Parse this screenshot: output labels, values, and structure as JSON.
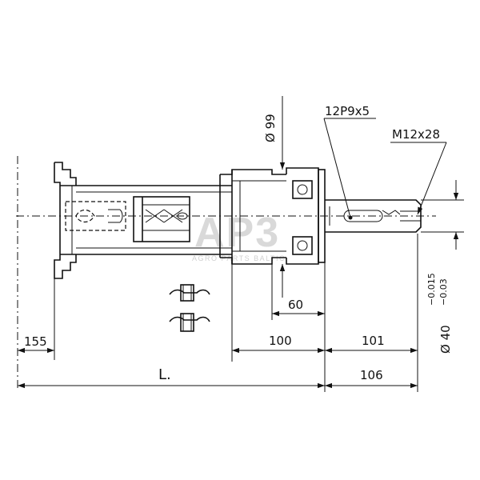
{
  "dimensions": {
    "dim_155": "155",
    "dim_L": "L.",
    "dim_60": "60",
    "dim_100": "100",
    "dim_101": "101",
    "dim_106": "106",
    "dia_99": "Ø 99",
    "dia_40_main": "Ø 40",
    "tol_upper": "−0.015",
    "tol_lower": "−0.03"
  },
  "callouts": {
    "key": "12P9x5",
    "thread": "M12x28"
  },
  "watermark": {
    "logo": "AP3",
    "tagline": "AGRO PARTS BALTIC"
  }
}
